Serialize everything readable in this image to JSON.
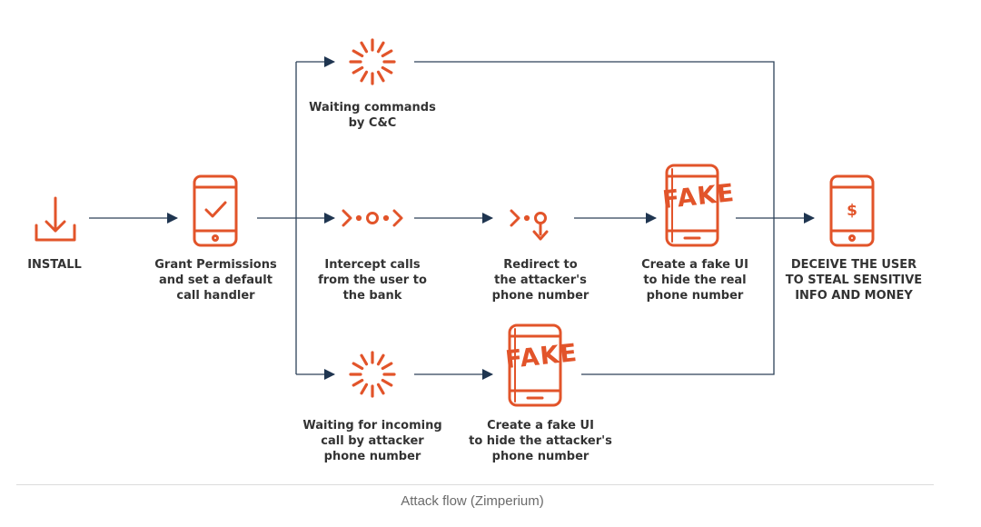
{
  "diagram": {
    "nodes": [
      {
        "id": "install",
        "label": "INSTALL"
      },
      {
        "id": "grant",
        "label": "Grant Permissions\nand set a default\ncall handler"
      },
      {
        "id": "wait_cc",
        "label": "Waiting commands\nby C&C"
      },
      {
        "id": "intercept",
        "label": "Intercept calls\nfrom the user to\nthe bank"
      },
      {
        "id": "redirect",
        "label": "Redirect to\nthe attacker's\nphone number"
      },
      {
        "id": "fake_real",
        "label": "Create a fake UI\nto hide the real\nphone number"
      },
      {
        "id": "deceive",
        "label": "DECEIVE THE USER\nTO STEAL SENSITIVE\nINFO AND MONEY"
      },
      {
        "id": "wait_call",
        "label": "Waiting for incoming\ncall by attacker\nphone number"
      },
      {
        "id": "fake_attacker",
        "label": "Create a fake UI\nto hide the attacker's\nphone number"
      }
    ],
    "edges": [
      {
        "from": "install",
        "to": "grant"
      },
      {
        "from": "grant",
        "to": "wait_cc"
      },
      {
        "from": "grant",
        "to": "intercept"
      },
      {
        "from": "grant",
        "to": "wait_call"
      },
      {
        "from": "intercept",
        "to": "redirect"
      },
      {
        "from": "redirect",
        "to": "fake_real"
      },
      {
        "from": "fake_real",
        "to": "deceive"
      },
      {
        "from": "wait_cc",
        "to": "deceive"
      },
      {
        "from": "wait_call",
        "to": "fake_attacker"
      },
      {
        "from": "fake_attacker",
        "to": "deceive"
      }
    ],
    "fake_badge": "FAKE",
    "dollar_sign": "$",
    "icons": {
      "install": "download-icon",
      "grant": "phone-check-icon",
      "waiting": "loading-spinner-icon",
      "intercept": "intercept-call-icon",
      "redirect": "redirect-call-icon",
      "fake_ui": "fake-phone-icon",
      "deceive": "phone-dollar-icon"
    },
    "colors": {
      "accent": "#e2542a",
      "arrow": "#1f3550",
      "line": "#2d4259",
      "text": "#333333",
      "caption": "#6b6b6b"
    }
  },
  "caption": "Attack flow (Zimperium)"
}
